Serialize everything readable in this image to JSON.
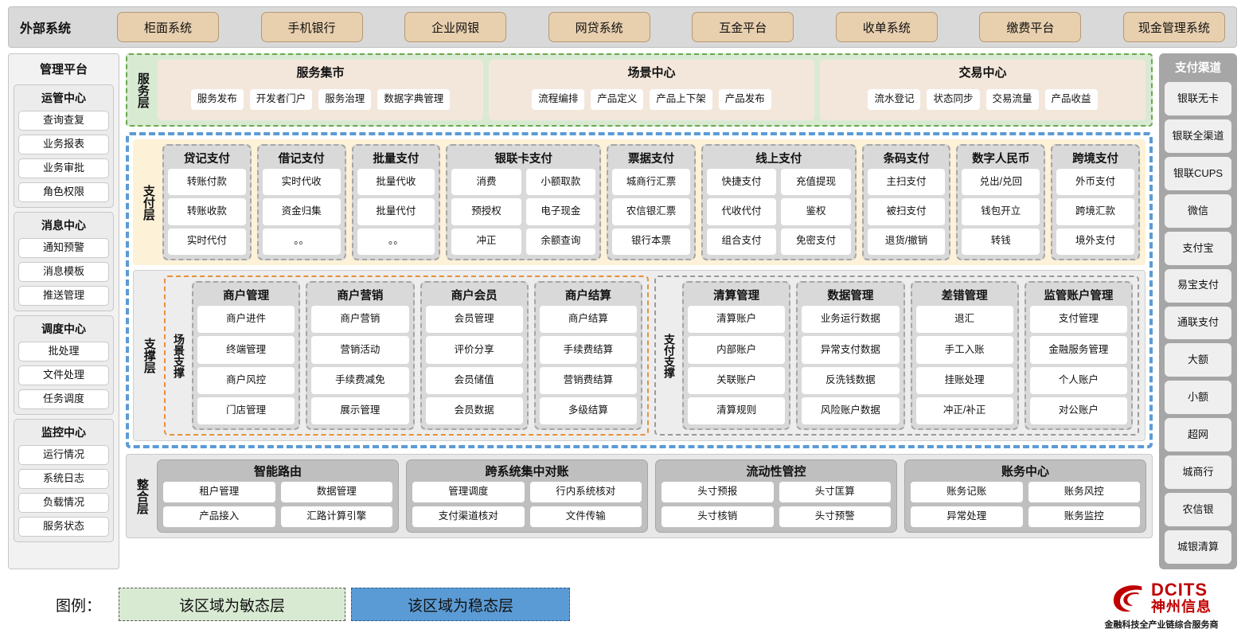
{
  "external": {
    "title": "外部系统",
    "items": [
      "柜面系统",
      "手机银行",
      "企业网银",
      "网贷系统",
      "互金平台",
      "收单系统",
      "缴费平台",
      "现金管理系统"
    ]
  },
  "management": {
    "title": "管理平台",
    "groups": [
      {
        "title": "运管中心",
        "items": [
          "查询查复",
          "业务报表",
          "业务审批",
          "角色权限"
        ]
      },
      {
        "title": "消息中心",
        "items": [
          "通知预警",
          "消息模板",
          "推送管理"
        ]
      },
      {
        "title": "调度中心",
        "items": [
          "批处理",
          "文件处理",
          "任务调度"
        ]
      },
      {
        "title": "监控中心",
        "items": [
          "运行情况",
          "系统日志",
          "负载情况",
          "服务状态"
        ]
      }
    ]
  },
  "service_layer": {
    "label": "服务层",
    "cards": [
      {
        "title": "服务集市",
        "items": [
          "服务发布",
          "开发者门户",
          "服务治理",
          "数据字典管理"
        ]
      },
      {
        "title": "场景中心",
        "items": [
          "流程编排",
          "产品定义",
          "产品上下架",
          "产品发布"
        ]
      },
      {
        "title": "交易中心",
        "items": [
          "流水登记",
          "状态同步",
          "交易流量",
          "产品收益"
        ]
      }
    ]
  },
  "payment_layer": {
    "label": "支付层",
    "groups": [
      {
        "title": "贷记支付",
        "cols": 1,
        "items": [
          "转账付款",
          "转账收款",
          "实时代付"
        ]
      },
      {
        "title": "借记支付",
        "cols": 1,
        "items": [
          "实时代收",
          "资金归集",
          "。。"
        ]
      },
      {
        "title": "批量支付",
        "cols": 1,
        "items": [
          "批量代收",
          "批量代付",
          "。。"
        ]
      },
      {
        "title": "银联卡支付",
        "cols": 2,
        "items": [
          "消费",
          "小额取款",
          "预授权",
          "电子现金",
          "冲正",
          "余额查询"
        ]
      },
      {
        "title": "票据支付",
        "cols": 1,
        "items": [
          "城商行汇票",
          "农信银汇票",
          "银行本票"
        ]
      },
      {
        "title": "线上支付",
        "cols": 2,
        "items": [
          "快捷支付",
          "充值提现",
          "代收代付",
          "鉴权",
          "组合支付",
          "免密支付"
        ]
      },
      {
        "title": "条码支付",
        "cols": 1,
        "items": [
          "主扫支付",
          "被扫支付",
          "退货/撤销"
        ]
      },
      {
        "title": "数字人民币",
        "cols": 1,
        "items": [
          "兑出/兑回",
          "钱包开立",
          "转钱"
        ]
      },
      {
        "title": "跨境支付",
        "cols": 1,
        "items": [
          "外币支付",
          "跨境汇款",
          "境外支付"
        ]
      }
    ]
  },
  "support_layer": {
    "label": "支撑层",
    "blocks": [
      {
        "label": "场景支撑",
        "groups": [
          {
            "title": "商户管理",
            "items": [
              "商户进件",
              "终端管理",
              "商户风控",
              "门店管理"
            ]
          },
          {
            "title": "商户营销",
            "items": [
              "商户营销",
              "营销活动",
              "手续费减免",
              "展示管理"
            ]
          },
          {
            "title": "商户会员",
            "items": [
              "会员管理",
              "评价分享",
              "会员储值",
              "会员数据"
            ]
          },
          {
            "title": "商户结算",
            "items": [
              "商户结算",
              "手续费结算",
              "营销费结算",
              "多级结算"
            ]
          }
        ]
      },
      {
        "label": "支付支撑",
        "groups": [
          {
            "title": "清算管理",
            "items": [
              "清算账户",
              "内部账户",
              "关联账户",
              "清算规则"
            ]
          },
          {
            "title": "数据管理",
            "items": [
              "业务运行数据",
              "异常支付数据",
              "反洗钱数据",
              "风险账户数据"
            ]
          },
          {
            "title": "差错管理",
            "items": [
              "退汇",
              "手工入账",
              "挂账处理",
              "冲正/补正"
            ]
          },
          {
            "title": "监管账户管理",
            "items": [
              "支付管理",
              "金融服务管理",
              "个人账户",
              "对公账户"
            ]
          }
        ]
      }
    ]
  },
  "integration_layer": {
    "label": "整合层",
    "groups": [
      {
        "title": "智能路由",
        "items": [
          "租户管理",
          "数据管理",
          "产品接入",
          "汇路计算引擎"
        ]
      },
      {
        "title": "跨系统集中对账",
        "items": [
          "管理调度",
          "行内系统核对",
          "支付渠道核对",
          "文件传输"
        ]
      },
      {
        "title": "流动性管控",
        "items": [
          "头寸预报",
          "头寸匡算",
          "头寸核销",
          "头寸预警"
        ]
      },
      {
        "title": "账务中心",
        "items": [
          "账务记账",
          "账务风控",
          "异常处理",
          "账务监控"
        ]
      }
    ]
  },
  "channels": {
    "title": "支付渠道",
    "items": [
      "银联无卡",
      "银联全渠道",
      "银联CUPS",
      "微信",
      "支付宝",
      "易宝支付",
      "通联支付",
      "大额",
      "小额",
      "超网",
      "城商行",
      "农信银",
      "城银清算"
    ]
  },
  "legend": {
    "label": "图例：",
    "agile": "该区域为敏态层",
    "stable": "该区域为稳态层",
    "agile_color": "#d9ead3",
    "stable_color": "#5b9bd5"
  },
  "logo": {
    "en": "DCITS",
    "cn": "神州信息",
    "tagline": "金融科技全产业链综合服务商",
    "color": "#c00000"
  }
}
